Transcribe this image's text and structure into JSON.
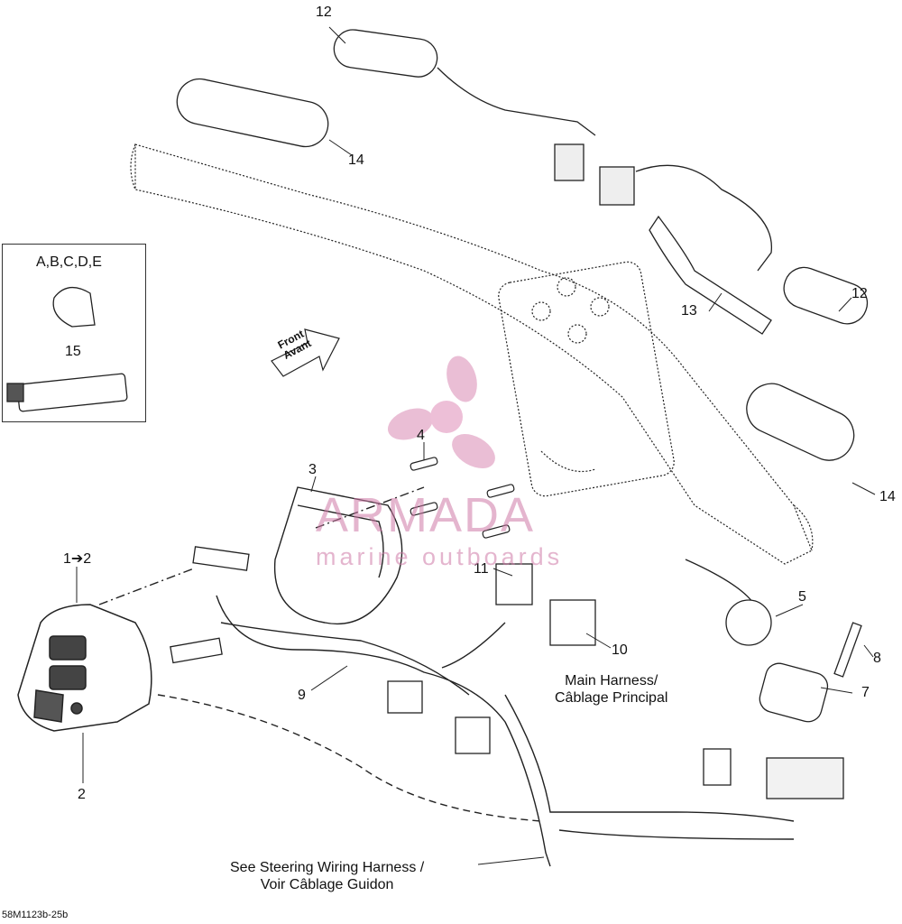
{
  "diagram": {
    "callouts": {
      "c1": "1➔2",
      "c2": "2",
      "c3": "3",
      "c4": "4",
      "c5": "5",
      "c7": "7",
      "c8": "8",
      "c9": "9",
      "c10": "10",
      "c11": "11",
      "c12_top": "12",
      "c12_right": "12",
      "c13": "13",
      "c14_top": "14",
      "c14_right": "14",
      "c15": "15"
    },
    "kit_label": "A,B,C,D,E",
    "front_label": {
      "line1": "Front",
      "line2": "Avant"
    },
    "main_harness": {
      "line1": "Main Harness/",
      "line2": "Câblage Principal"
    },
    "steering_note": {
      "line1": "See Steering Wiring Harness /",
      "line2": "Voir Câblage Guidon"
    },
    "drawing_code": "58M1123b-25b"
  },
  "watermark": {
    "name": "ARMADA",
    "tagline": "marine outboards",
    "color": "#cd78a5"
  }
}
